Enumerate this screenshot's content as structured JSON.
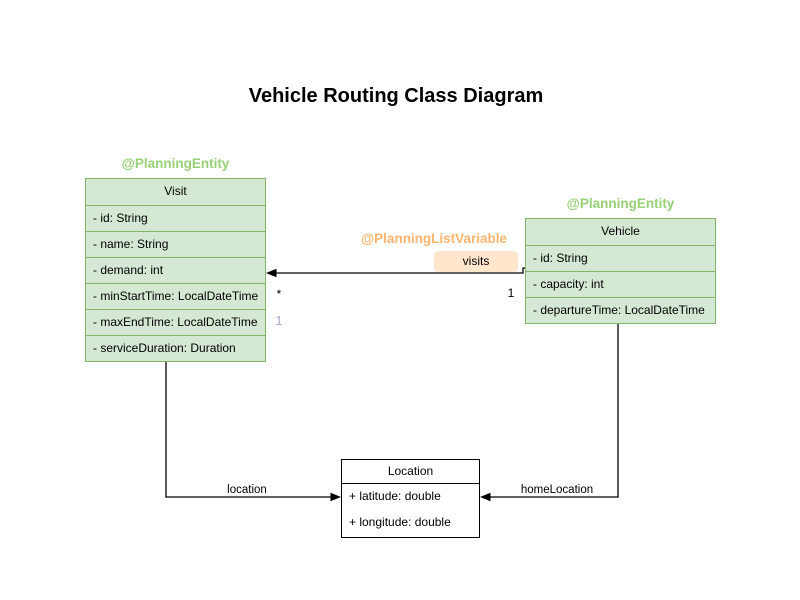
{
  "title": "Vehicle Routing Class Diagram",
  "colors": {
    "class_fill_green": "#d5e8d4",
    "class_border_green": "#82b366",
    "annotation_green": "#97d077",
    "annotation_orange": "#ffb570",
    "label_pill_fill": "#ffe6cc",
    "multiplicity_purple": "#b3a2c8",
    "edge_stroke": "#000000"
  },
  "classes": {
    "visit": {
      "annotation": "@PlanningEntity",
      "name": "Visit",
      "attributes": [
        "- id: String",
        "- name: String",
        "- demand: int",
        "- minStartTime: LocalDateTime",
        "- maxEndTime: LocalDateTime",
        "- serviceDuration: Duration"
      ]
    },
    "vehicle": {
      "annotation": "@PlanningEntity",
      "name": "Vehicle",
      "attributes": [
        "- id: String",
        "- capacity: int",
        "- departureTime: LocalDateTime"
      ]
    },
    "location": {
      "name": "Location",
      "attributes": [
        "+ latitude: double",
        "+ longitude: double"
      ]
    }
  },
  "edges": {
    "visits": {
      "annotation": "@PlanningListVariable",
      "label": "visits",
      "target_multiplicity": "*",
      "source_multiplicity": "1",
      "secondary_multiplicity": "1"
    },
    "location": {
      "label": "location"
    },
    "home_location": {
      "label": "homeLocation"
    }
  }
}
